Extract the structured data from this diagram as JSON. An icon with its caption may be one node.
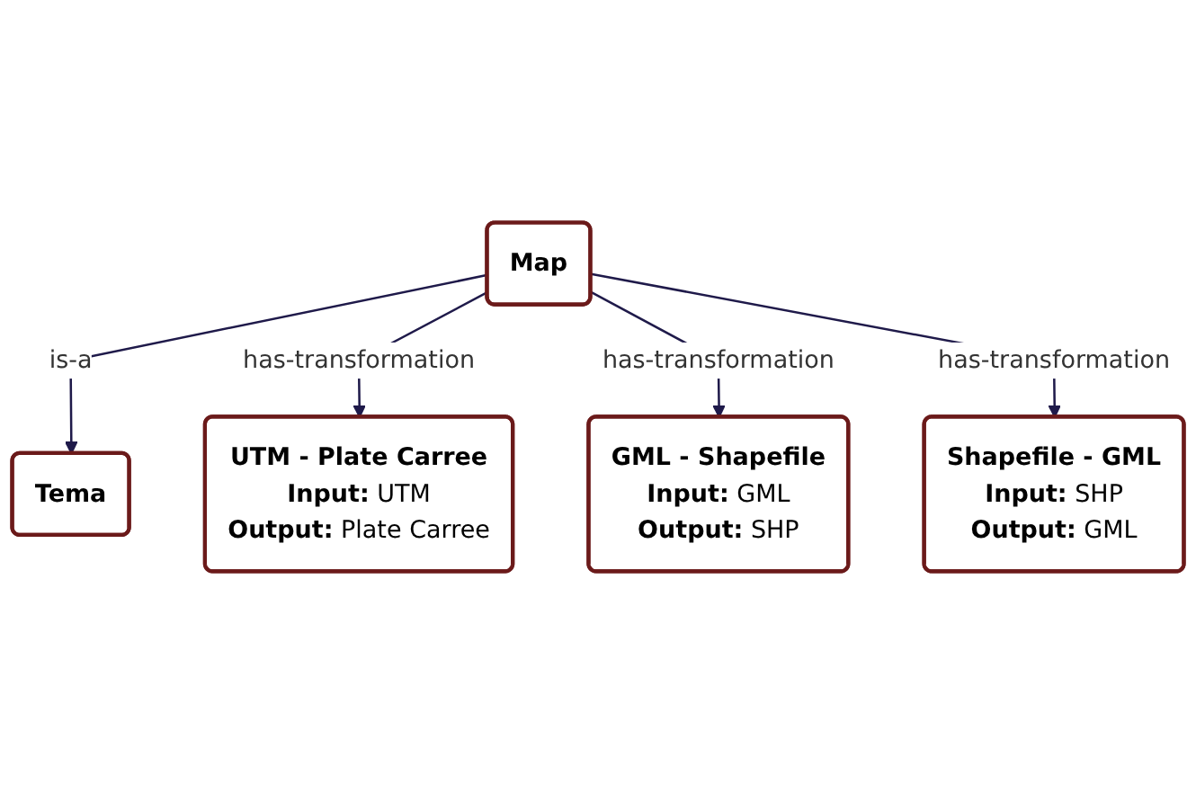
{
  "diagram": {
    "nodes": [
      {
        "text": [
          "Tema"
        ]
      },
      {
        "text": [
          "Map"
        ]
      },
      {
        "text": [
          "UTM - Plate Carree",
          "**Input:** UTM",
          "**Output:** Plate Carree"
        ]
      },
      {
        "text": [
          "GML - Shapefile",
          "**Input:** GML",
          "**Output:** SHP"
        ]
      },
      {
        "text": [
          "Shapefile - GML",
          "**Input:** SHP",
          "**Output:** GML"
        ]
      }
    ],
    "edges": [
      {
        "from": 1,
        "to": 0,
        "arrow": "to",
        "label": "is-a"
      },
      {
        "from": 1,
        "to": 2,
        "arrow": "to",
        "label": "has-transformation"
      },
      {
        "from": 1,
        "to": 3,
        "arrow": "to",
        "label": "has-transformation"
      },
      {
        "from": 1,
        "to": 4,
        "arrow": "to",
        "label": "has-transformation"
      }
    ]
  }
}
